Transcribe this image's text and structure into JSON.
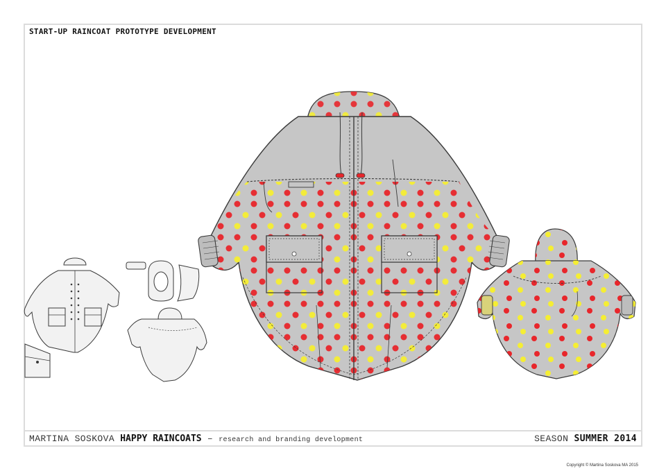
{
  "header": {
    "title": "START-UP RAINCOAT PROTOTYPE DEVELOPMENT"
  },
  "footer": {
    "designer": "MARTINA SOSKOVA",
    "collection": "HAPPY RAINCOATS",
    "separator": "–",
    "subtitle": "research and branding development",
    "season_label": "SEASON",
    "season_value": "SUMMER 2014"
  },
  "copyright": "Copyright © Martina Soskova MA 2015",
  "colors": {
    "coat_fill": "#c6c6c6",
    "dot_red": "#e8262b",
    "dot_yellow": "#f5ee33",
    "outline": "#3a3a3a",
    "flat_fill": "#f2f2f2"
  }
}
